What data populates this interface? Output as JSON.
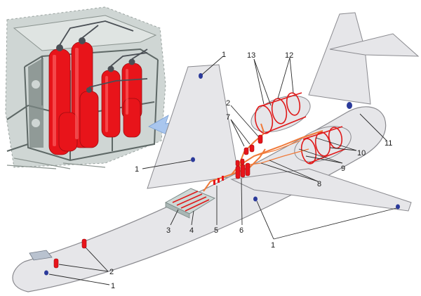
{
  "callouts": {
    "c1_tail": "1",
    "c13": "13",
    "c12": "12",
    "c2_mid": "2",
    "c7": "7",
    "c11": "11",
    "c1_wing": "1",
    "c10": "10",
    "c9": "9",
    "c8": "8",
    "c3": "3",
    "c4": "4",
    "c5": "5",
    "c6": "6",
    "c1_right": "1",
    "c2_nose": "2",
    "c1_nose": "1"
  },
  "colors": {
    "fuselage": "#e6e6e9",
    "fuselage_stroke": "#8a8a8f",
    "cylinder_red": "#e8141a",
    "pipe_orange": "#f07a3a",
    "sensor_blue": "#2b3a9a",
    "arrow_blue": "#a9c6ee",
    "inset_frame": "#6f7a77",
    "inset_bg": "#cfd6d4"
  }
}
